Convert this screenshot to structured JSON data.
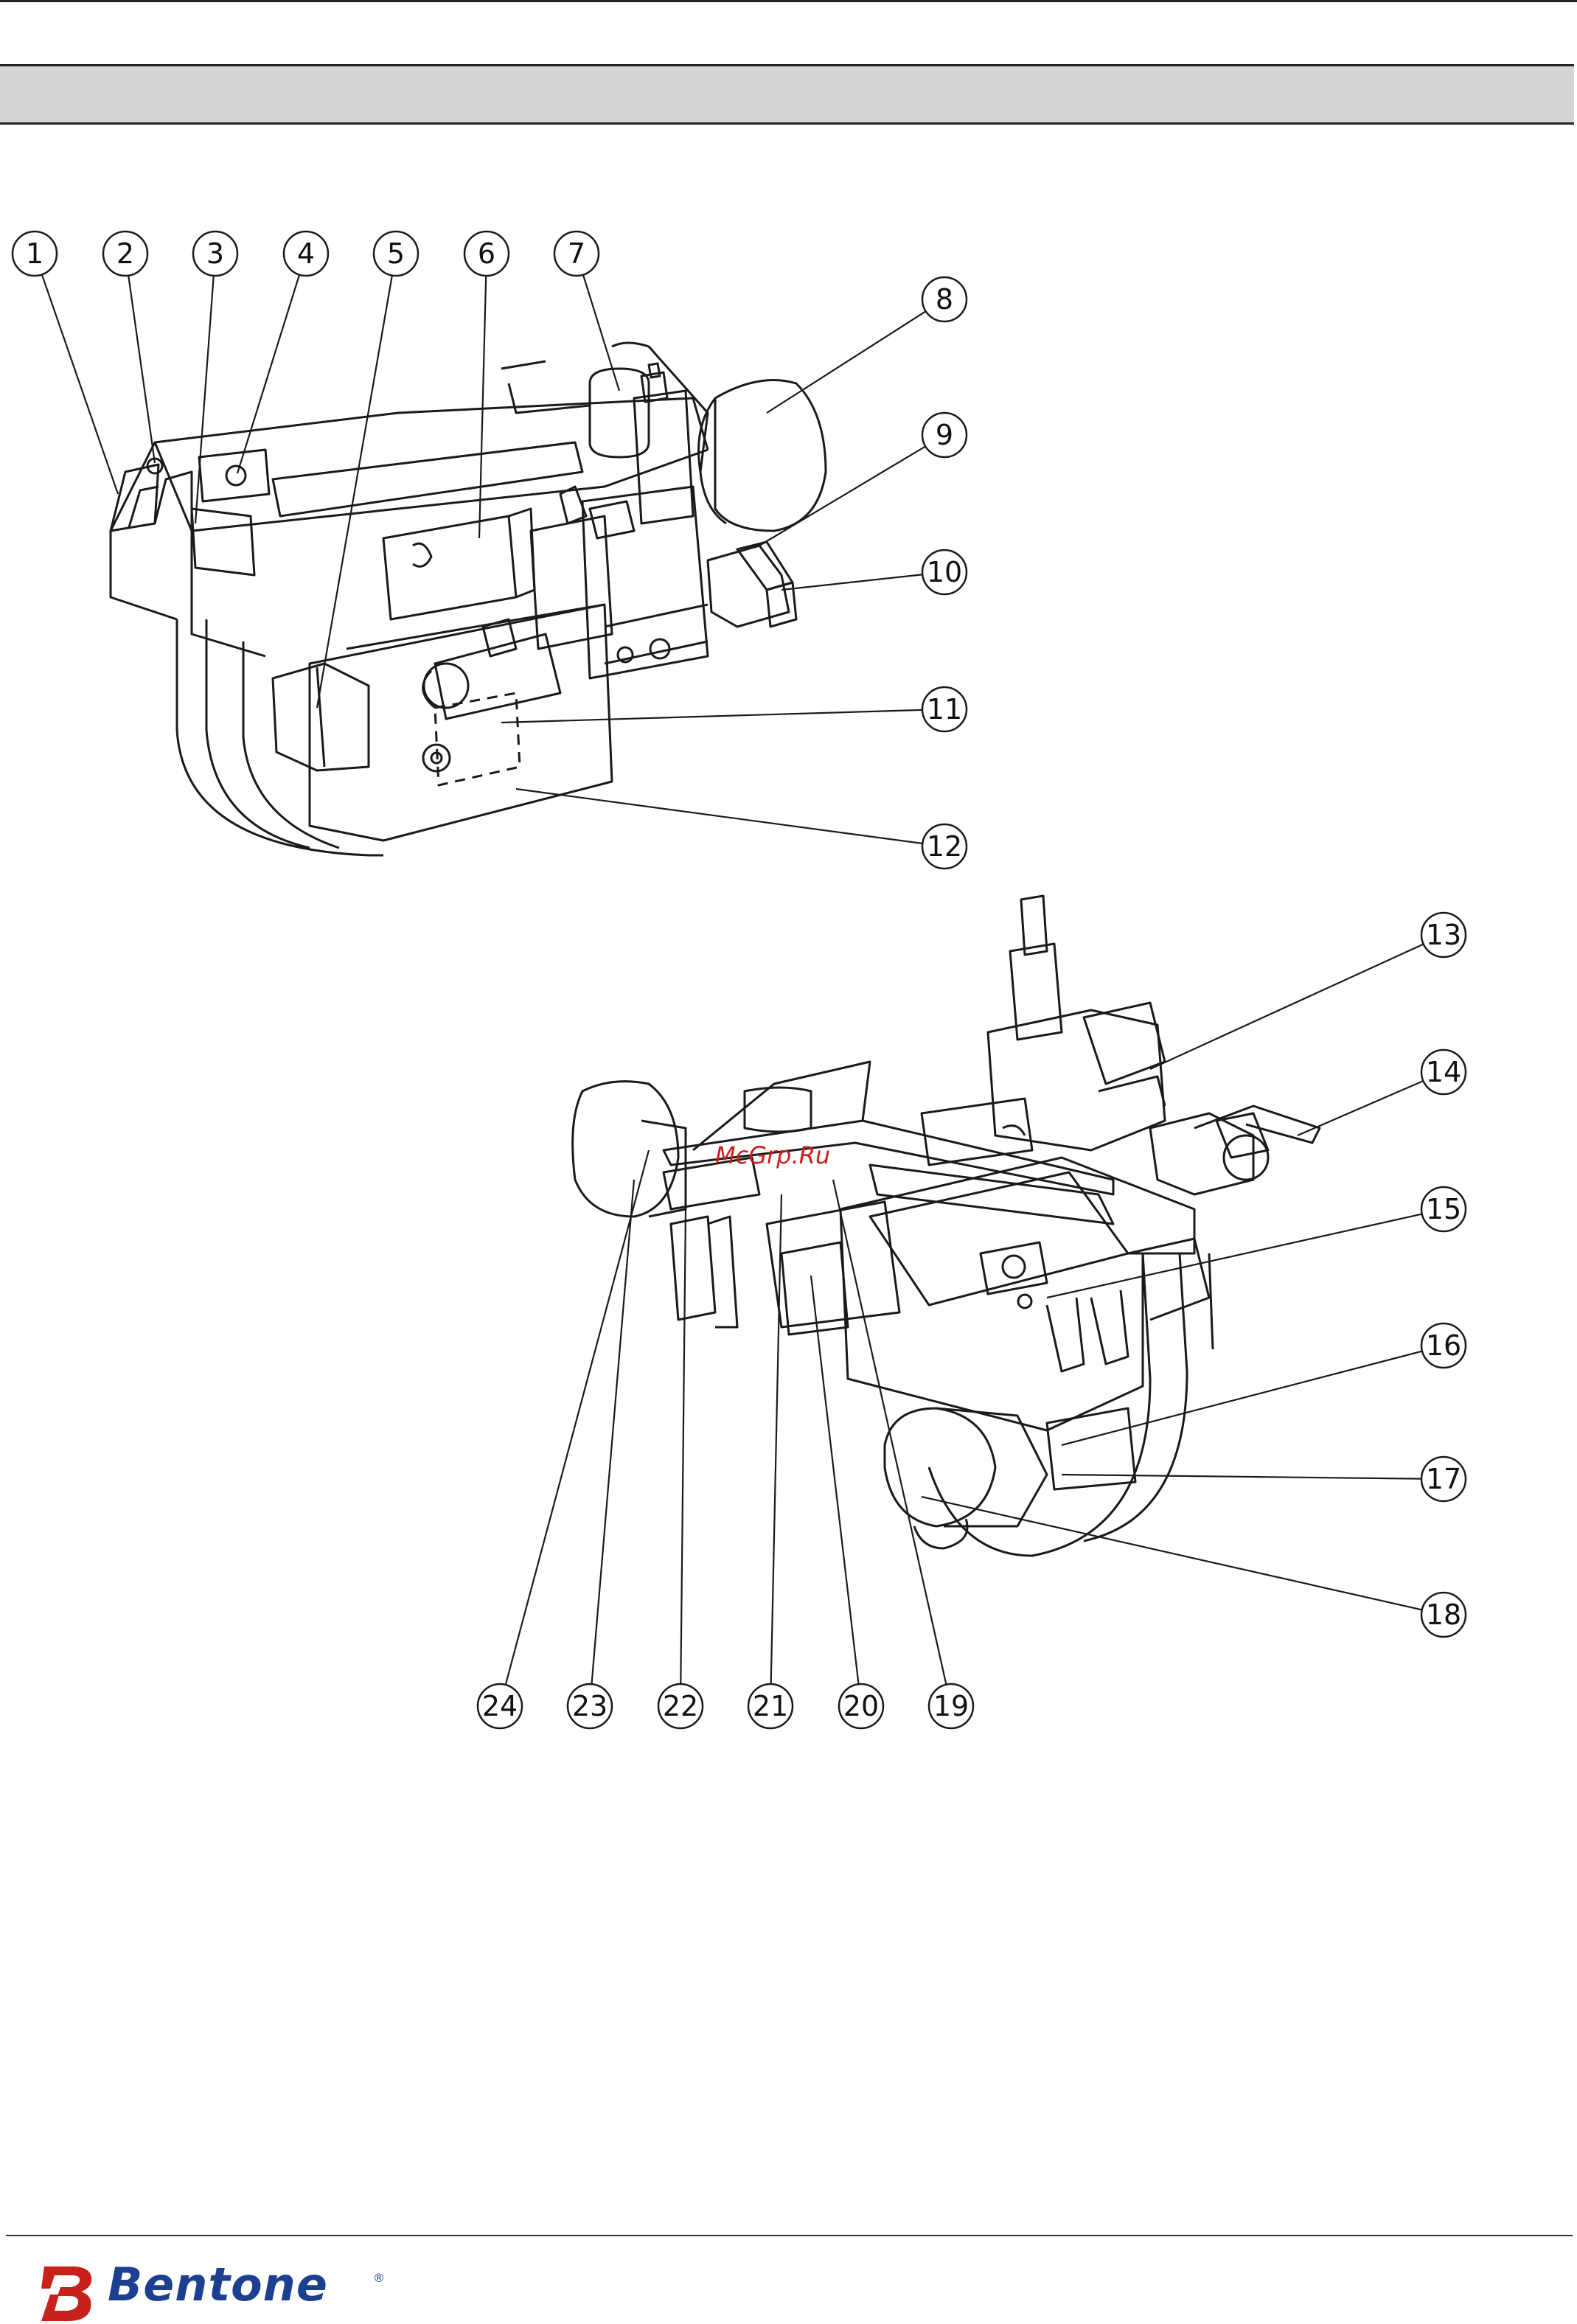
{
  "figure": {
    "callouts": [
      {
        "label": "1"
      },
      {
        "label": "2"
      },
      {
        "label": "3"
      },
      {
        "label": "4"
      },
      {
        "label": "5"
      },
      {
        "label": "6"
      },
      {
        "label": "7"
      },
      {
        "label": "8"
      },
      {
        "label": "9"
      },
      {
        "label": "10"
      },
      {
        "label": "11"
      },
      {
        "label": "12"
      },
      {
        "label": "13"
      },
      {
        "label": "14"
      },
      {
        "label": "15"
      },
      {
        "label": "16"
      },
      {
        "label": "17"
      },
      {
        "label": "18"
      },
      {
        "label": "19"
      },
      {
        "label": "20"
      },
      {
        "label": "21"
      },
      {
        "label": "22"
      },
      {
        "label": "23"
      },
      {
        "label": "24"
      }
    ]
  },
  "watermark": "McGrp.Ru",
  "footer": {
    "logo_text": "Bentone",
    "logo_mark": "®",
    "brand_color": "#1d3f8f",
    "logo_icon": "bentone-b-icon"
  }
}
